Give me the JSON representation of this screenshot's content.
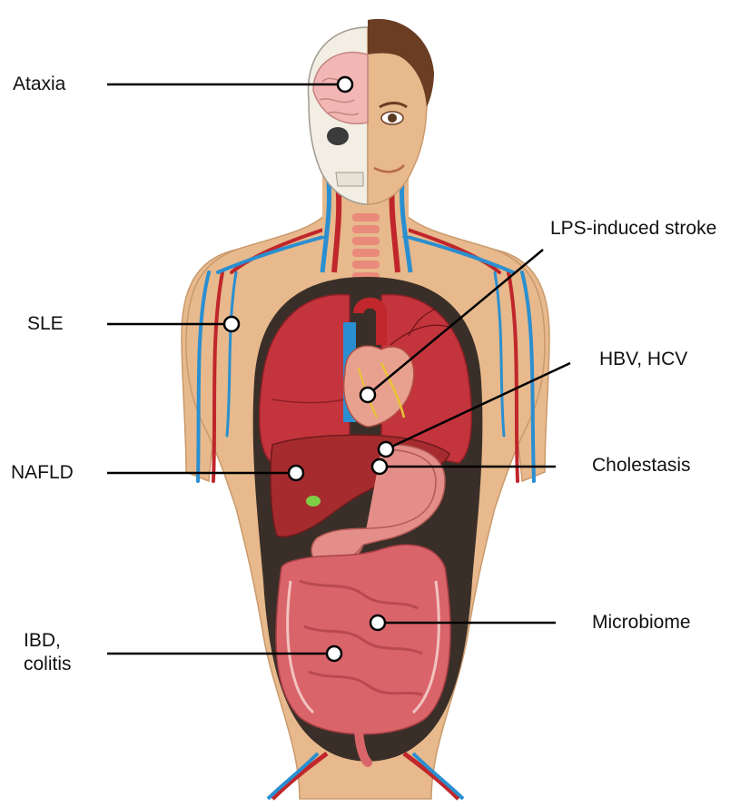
{
  "labels": {
    "ataxia": "Ataxia",
    "sle": "SLE",
    "nafld": "NAFLD",
    "ibd": "IBD,\ncolitis",
    "lps": "LPS-induced stroke",
    "hbv": "HBV, HCV",
    "cholestasis": "Cholestasis",
    "microbiome": "Microbiome"
  },
  "colors": {
    "skin": "#e7b98c",
    "skin_shade": "#d59f6e",
    "artery": "#c0262b",
    "vein": "#2a8fd0",
    "lung": "#c4343d",
    "liver": "#a62b2e",
    "stomach": "#e48e8a",
    "intestine": "#d9646a",
    "cavity": "#3a2f28",
    "hair": "#6b3d22",
    "brain": "#f2b7b4",
    "leader_line": "#000000"
  }
}
